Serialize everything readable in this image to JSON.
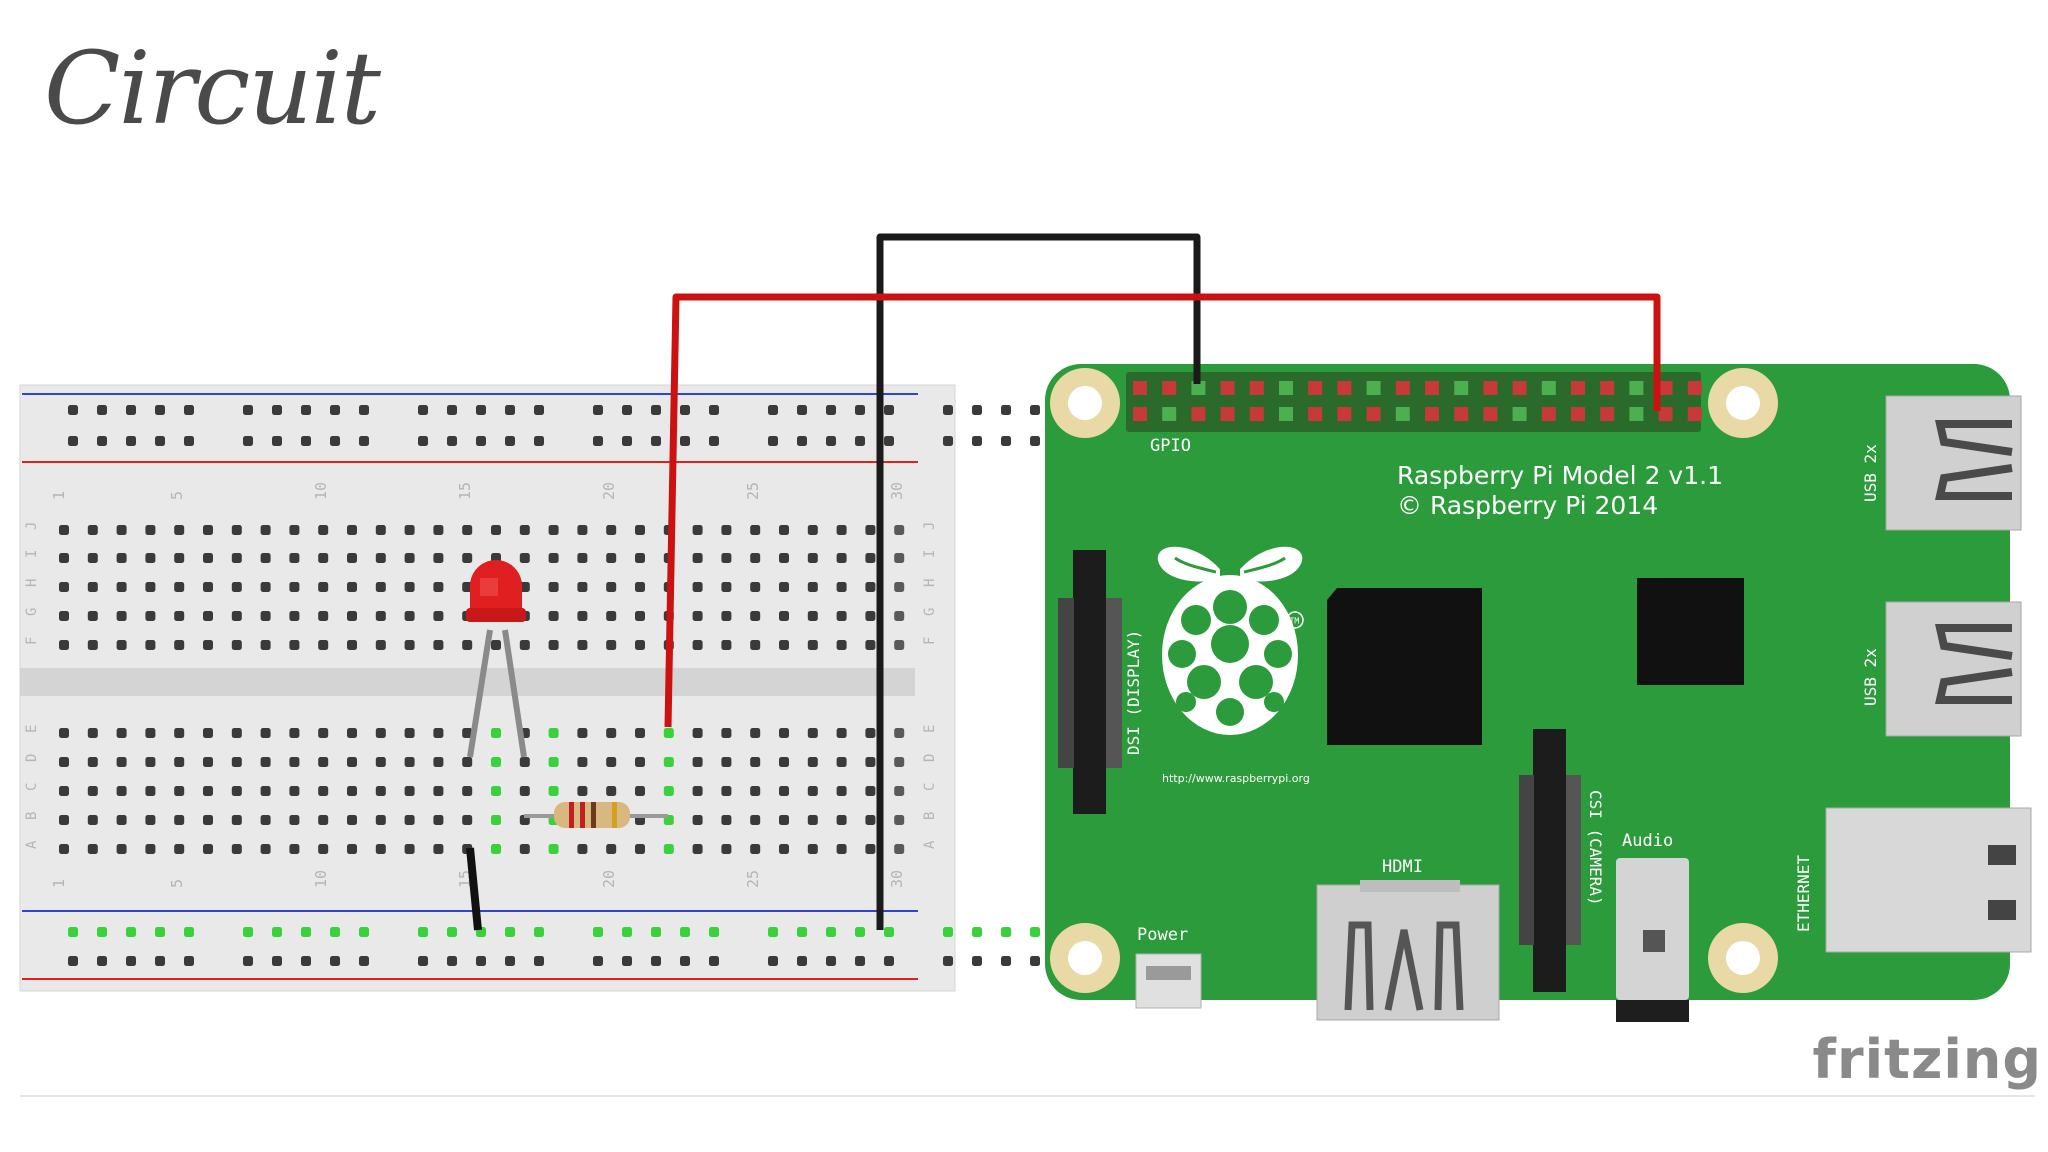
{
  "slide": {
    "title": "Circuit",
    "watermark": "fritzing"
  },
  "breadboard": {
    "column_numbers": [
      "1",
      "5",
      "10",
      "15",
      "20",
      "25",
      "30"
    ],
    "row_letters_top": [
      "J",
      "I",
      "H",
      "G",
      "F"
    ],
    "row_letters_bottom": [
      "E",
      "D",
      "C",
      "B",
      "A"
    ]
  },
  "raspberry_pi": {
    "model_line": "Raspberry Pi Model 2 v1.1",
    "copyright_line": "© Raspberry Pi 2014",
    "url": "http://www.raspberrypi.org",
    "trademark": "TM",
    "labels": {
      "gpio": "GPIO",
      "dsi": "DSI (DISPLAY)",
      "csi": "CSI (CAMERA)",
      "hdmi": "HDMI",
      "audio": "Audio",
      "power": "Power",
      "ethernet": "ETHERNET",
      "usb_top": "USB 2x",
      "usb_bottom": "USB 2x"
    }
  },
  "colors": {
    "pcb": "#2b9b3b",
    "wire_red": "#cc1111",
    "wire_black": "#1a1a1a",
    "breadboard": "#e8e8e8",
    "rail_blue": "#3344cc",
    "rail_red": "#dd2222",
    "active_hole": "#3ad23a"
  }
}
